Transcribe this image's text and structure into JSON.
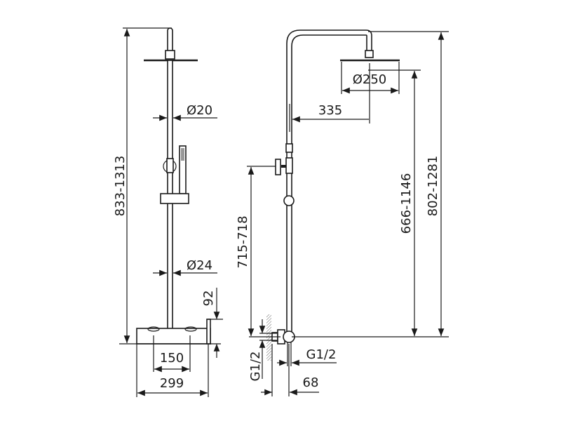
{
  "drawing": {
    "front_view": {
      "overall_height": "833-1313",
      "top_pipe_diameter": "Ø20",
      "bottom_pipe_diameter": "Ø24",
      "spout_height": "92",
      "inlet_spacing": "150",
      "mixer_width": "299"
    },
    "side_view": {
      "head_diameter": "Ø250",
      "arm_reach": "335",
      "head_height": "666-1146",
      "total_height": "802-1281",
      "diverter_height": "715-718",
      "inlet_thread_left": "G1/2",
      "inlet_thread_right": "G1/2",
      "wall_offset": "68"
    },
    "line_color": "#1a1a1a"
  }
}
